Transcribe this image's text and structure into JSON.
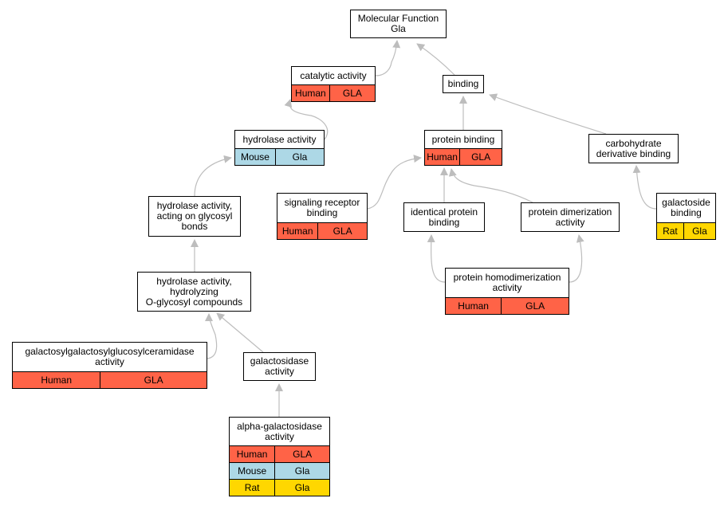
{
  "colors": {
    "Human": "#ff6347",
    "Mouse": "#add8e6",
    "Rat": "#ffd700",
    "edge": "#bdbdbd"
  },
  "nodes": {
    "mf": {
      "title": [
        "Molecular Function",
        "Gla"
      ],
      "rows": []
    },
    "catalytic": {
      "title": [
        "catalytic activity"
      ],
      "rows": [
        {
          "species": "Human",
          "gene": "GLA"
        }
      ]
    },
    "binding": {
      "title": [
        "binding"
      ],
      "rows": []
    },
    "hydrolase": {
      "title": [
        "hydrolase activity"
      ],
      "rows": [
        {
          "species": "Mouse",
          "gene": "Gla"
        }
      ]
    },
    "protein_binding": {
      "title": [
        "protein binding"
      ],
      "rows": [
        {
          "species": "Human",
          "gene": "GLA"
        }
      ]
    },
    "carb": {
      "title": [
        "carbohydrate",
        "derivative binding"
      ],
      "rows": []
    },
    "glycosyl": {
      "title": [
        "hydrolase activity,",
        "acting on glycosyl",
        "bonds"
      ],
      "rows": []
    },
    "signaling": {
      "title": [
        "signaling receptor",
        "binding"
      ],
      "rows": [
        {
          "species": "Human",
          "gene": "GLA"
        }
      ]
    },
    "identical": {
      "title": [
        "identical protein",
        "binding"
      ],
      "rows": []
    },
    "dimerization": {
      "title": [
        "protein dimerization",
        "activity"
      ],
      "rows": []
    },
    "galactoside": {
      "title": [
        "galactoside",
        "binding"
      ],
      "rows": [
        {
          "species": "Rat",
          "gene": "Gla"
        }
      ]
    },
    "oglycosyl": {
      "title": [
        "hydrolase activity,",
        "hydrolyzing",
        "O-glycosyl compounds"
      ],
      "rows": []
    },
    "homodimer": {
      "title": [
        "protein homodimerization",
        "activity"
      ],
      "rows": [
        {
          "species": "Human",
          "gene": "GLA"
        }
      ]
    },
    "galgal": {
      "title": [
        "galactosylgalactosylglucosylceramidase",
        "activity"
      ],
      "rows": [
        {
          "species": "Human",
          "gene": "GLA"
        }
      ]
    },
    "galactosidase": {
      "title": [
        "galactosidase",
        "activity"
      ],
      "rows": []
    },
    "alpha": {
      "title": [
        "alpha-galactosidase",
        "activity"
      ],
      "rows": [
        {
          "species": "Human",
          "gene": "GLA"
        },
        {
          "species": "Mouse",
          "gene": "Gla"
        },
        {
          "species": "Rat",
          "gene": "Gla"
        }
      ]
    }
  },
  "edges": [
    [
      "catalytic",
      "mf"
    ],
    [
      "binding",
      "mf"
    ],
    [
      "hydrolase",
      "catalytic"
    ],
    [
      "protein_binding",
      "binding"
    ],
    [
      "carb",
      "binding"
    ],
    [
      "glycosyl",
      "hydrolase"
    ],
    [
      "signaling",
      "protein_binding"
    ],
    [
      "identical",
      "protein_binding"
    ],
    [
      "dimerization",
      "protein_binding"
    ],
    [
      "galactoside",
      "carb"
    ],
    [
      "oglycosyl",
      "glycosyl"
    ],
    [
      "homodimer",
      "identical"
    ],
    [
      "homodimer",
      "dimerization"
    ],
    [
      "galgal",
      "oglycosyl"
    ],
    [
      "galactosidase",
      "oglycosyl"
    ],
    [
      "alpha",
      "galactosidase"
    ]
  ]
}
